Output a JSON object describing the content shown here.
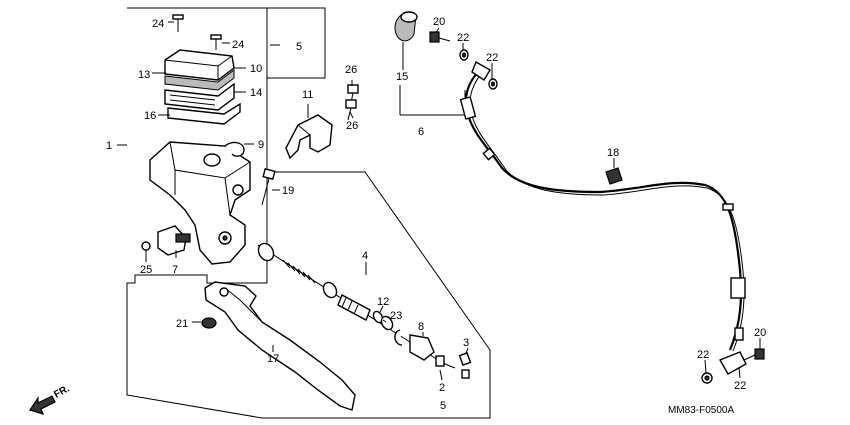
{
  "diagram_code": "MM83-F0500A",
  "direction_label": "FR.",
  "callouts": [
    {
      "id": "c-24a",
      "text": "24"
    },
    {
      "id": "c-24b",
      "text": "24"
    },
    {
      "id": "c-5a",
      "text": "5"
    },
    {
      "id": "c-13",
      "text": "13"
    },
    {
      "id": "c-10",
      "text": "10"
    },
    {
      "id": "c-14",
      "text": "14"
    },
    {
      "id": "c-16",
      "text": "16"
    },
    {
      "id": "c-9",
      "text": "9"
    },
    {
      "id": "c-1",
      "text": "1"
    },
    {
      "id": "c-19",
      "text": "19"
    },
    {
      "id": "c-25",
      "text": "25"
    },
    {
      "id": "c-7",
      "text": "7"
    },
    {
      "id": "c-11",
      "text": "11"
    },
    {
      "id": "c-26a",
      "text": "26"
    },
    {
      "id": "c-26b",
      "text": "26"
    },
    {
      "id": "c-4",
      "text": "4"
    },
    {
      "id": "c-12",
      "text": "12"
    },
    {
      "id": "c-23",
      "text": "23"
    },
    {
      "id": "c-8",
      "text": "8"
    },
    {
      "id": "c-3",
      "text": "3"
    },
    {
      "id": "c-2",
      "text": "2"
    },
    {
      "id": "c-5b",
      "text": "5"
    },
    {
      "id": "c-21",
      "text": "21"
    },
    {
      "id": "c-17",
      "text": "17"
    },
    {
      "id": "c-15",
      "text": "15"
    },
    {
      "id": "c-20a",
      "text": "20"
    },
    {
      "id": "c-22a",
      "text": "22"
    },
    {
      "id": "c-22b",
      "text": "22"
    },
    {
      "id": "c-6",
      "text": "6"
    },
    {
      "id": "c-18",
      "text": "18"
    },
    {
      "id": "c-20b",
      "text": "20"
    },
    {
      "id": "c-22c",
      "text": "22"
    },
    {
      "id": "c-22d",
      "text": "22"
    }
  ]
}
